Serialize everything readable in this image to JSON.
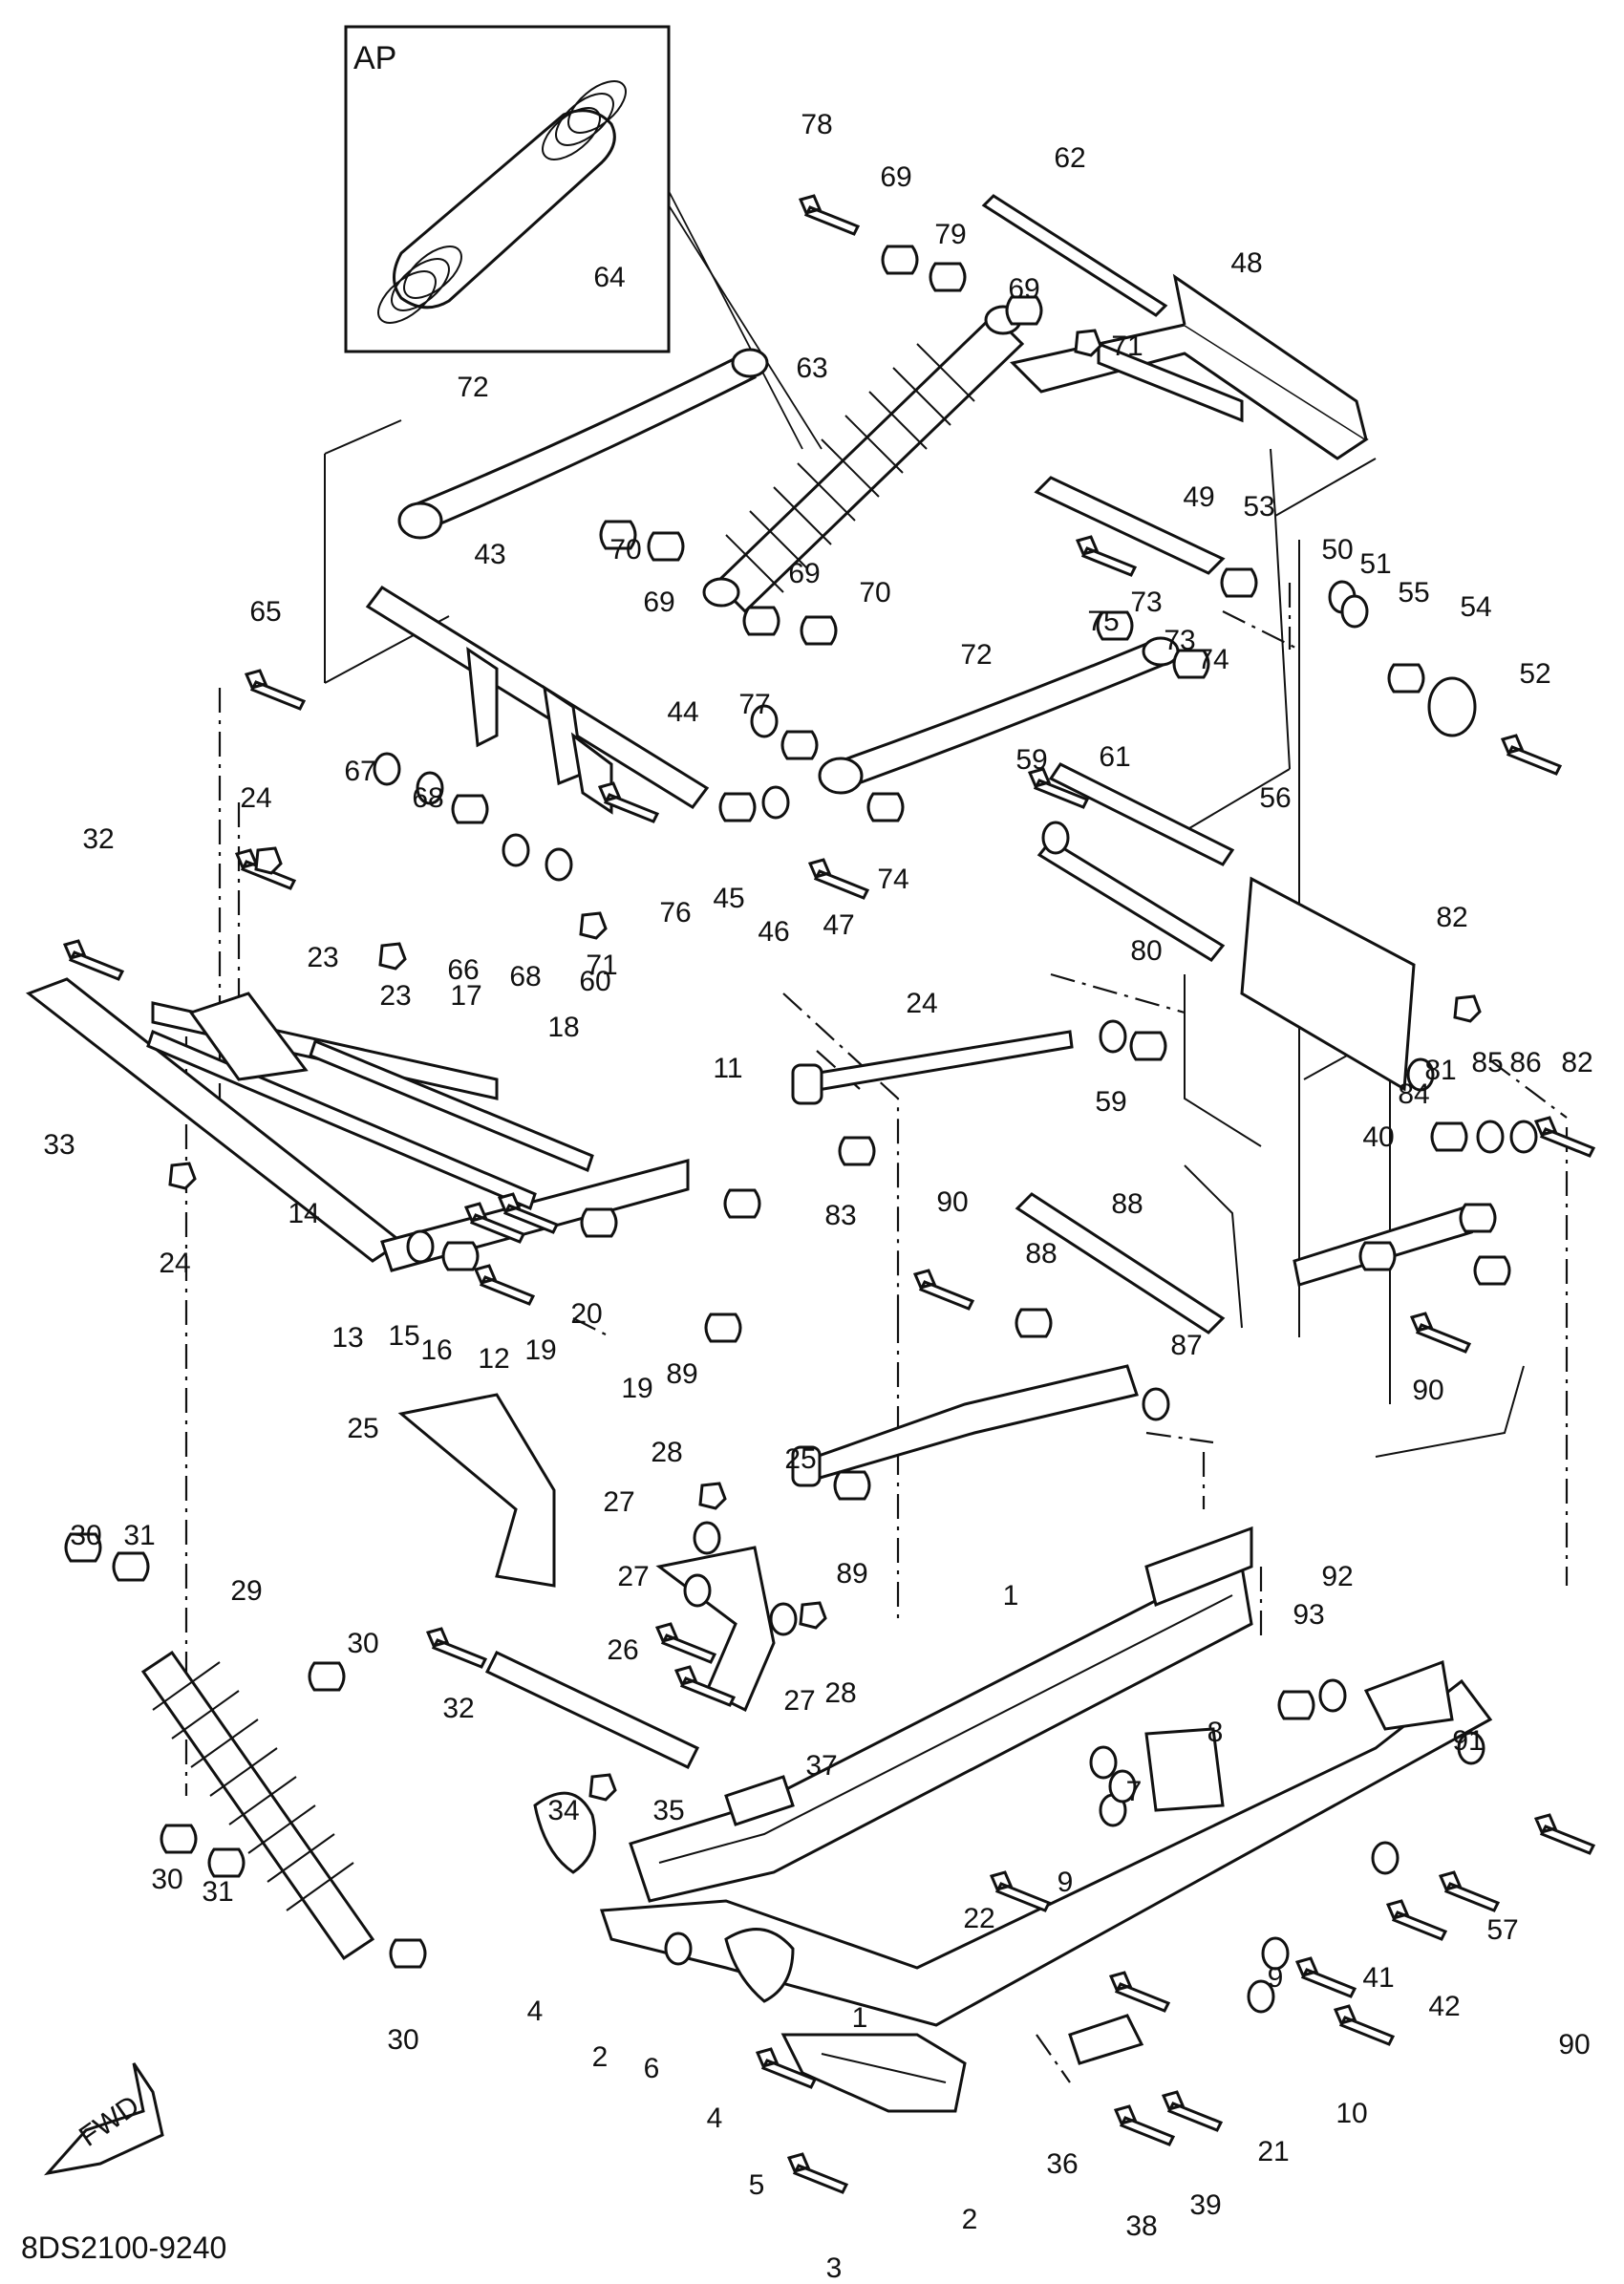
{
  "diagram": {
    "caption": "8DS2100-9240",
    "inset_title": "AP",
    "fwd_label": "FWD",
    "callouts": [
      "78",
      "69",
      "79",
      "62",
      "48",
      "69",
      "71",
      "63",
      "64",
      "72",
      "49",
      "53",
      "43",
      "70",
      "69",
      "69",
      "70",
      "50",
      "51",
      "55",
      "54",
      "52",
      "65",
      "73",
      "75",
      "73",
      "74",
      "72",
      "77",
      "44",
      "67",
      "68",
      "76",
      "45",
      "46",
      "47",
      "74",
      "61",
      "59",
      "56",
      "24",
      "32",
      "23",
      "68",
      "66",
      "71",
      "60",
      "82",
      "80",
      "24",
      "23",
      "17",
      "18",
      "11",
      "33",
      "24",
      "14",
      "13",
      "15",
      "16",
      "12",
      "19",
      "20",
      "19",
      "89",
      "83",
      "59",
      "84",
      "85",
      "86",
      "82",
      "81",
      "40",
      "88",
      "90",
      "88",
      "87",
      "90",
      "25",
      "28",
      "27",
      "25",
      "27",
      "89",
      "30",
      "31",
      "29",
      "30",
      "26",
      "28",
      "1",
      "92",
      "93",
      "27",
      "32",
      "8",
      "7",
      "91",
      "37",
      "34",
      "35",
      "30",
      "31",
      "9",
      "22",
      "57",
      "41",
      "42",
      "4",
      "30",
      "2",
      "1",
      "6",
      "4",
      "9",
      "10",
      "21",
      "36",
      "90",
      "5",
      "2",
      "39",
      "38",
      "3"
    ]
  }
}
